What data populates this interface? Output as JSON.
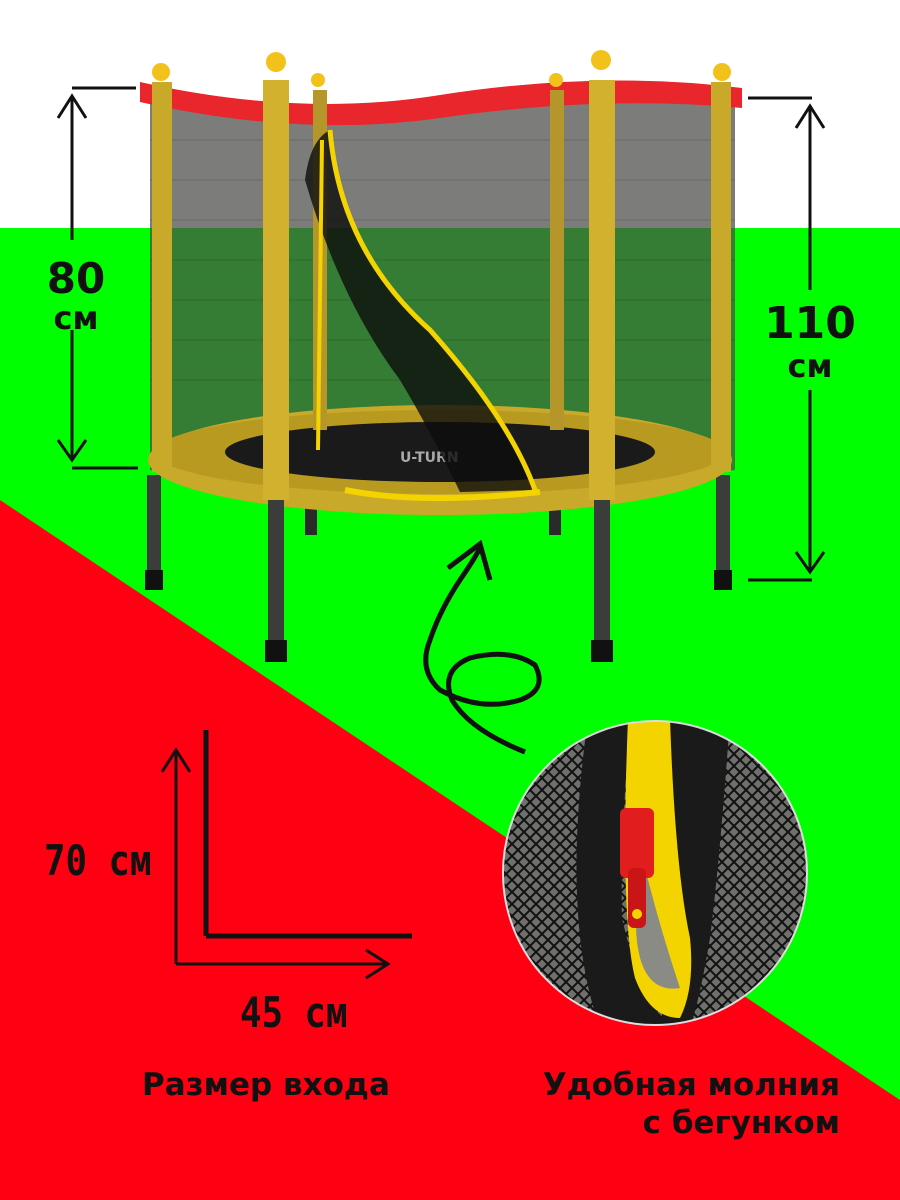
{
  "dimensions": {
    "net_height": {
      "value": "80",
      "unit": "см"
    },
    "total_height": {
      "value": "110",
      "unit": "см"
    },
    "entry_height": "70 см",
    "entry_width": "45 см"
  },
  "product": {
    "brand_mark": "U-TURN"
  },
  "captions": {
    "entry_size": "Размер входа",
    "zipper_line1": "Удобная молния",
    "zipper_line2": "с бегунком"
  },
  "colors": {
    "background_top": "#ffffff",
    "green": "#00ff00",
    "red": "#ff0012",
    "frame_yellow": "#c9a92a",
    "net_red": "#e8262b",
    "mat": "#1a1a1a",
    "zipper_yellow": "#f3d400"
  }
}
